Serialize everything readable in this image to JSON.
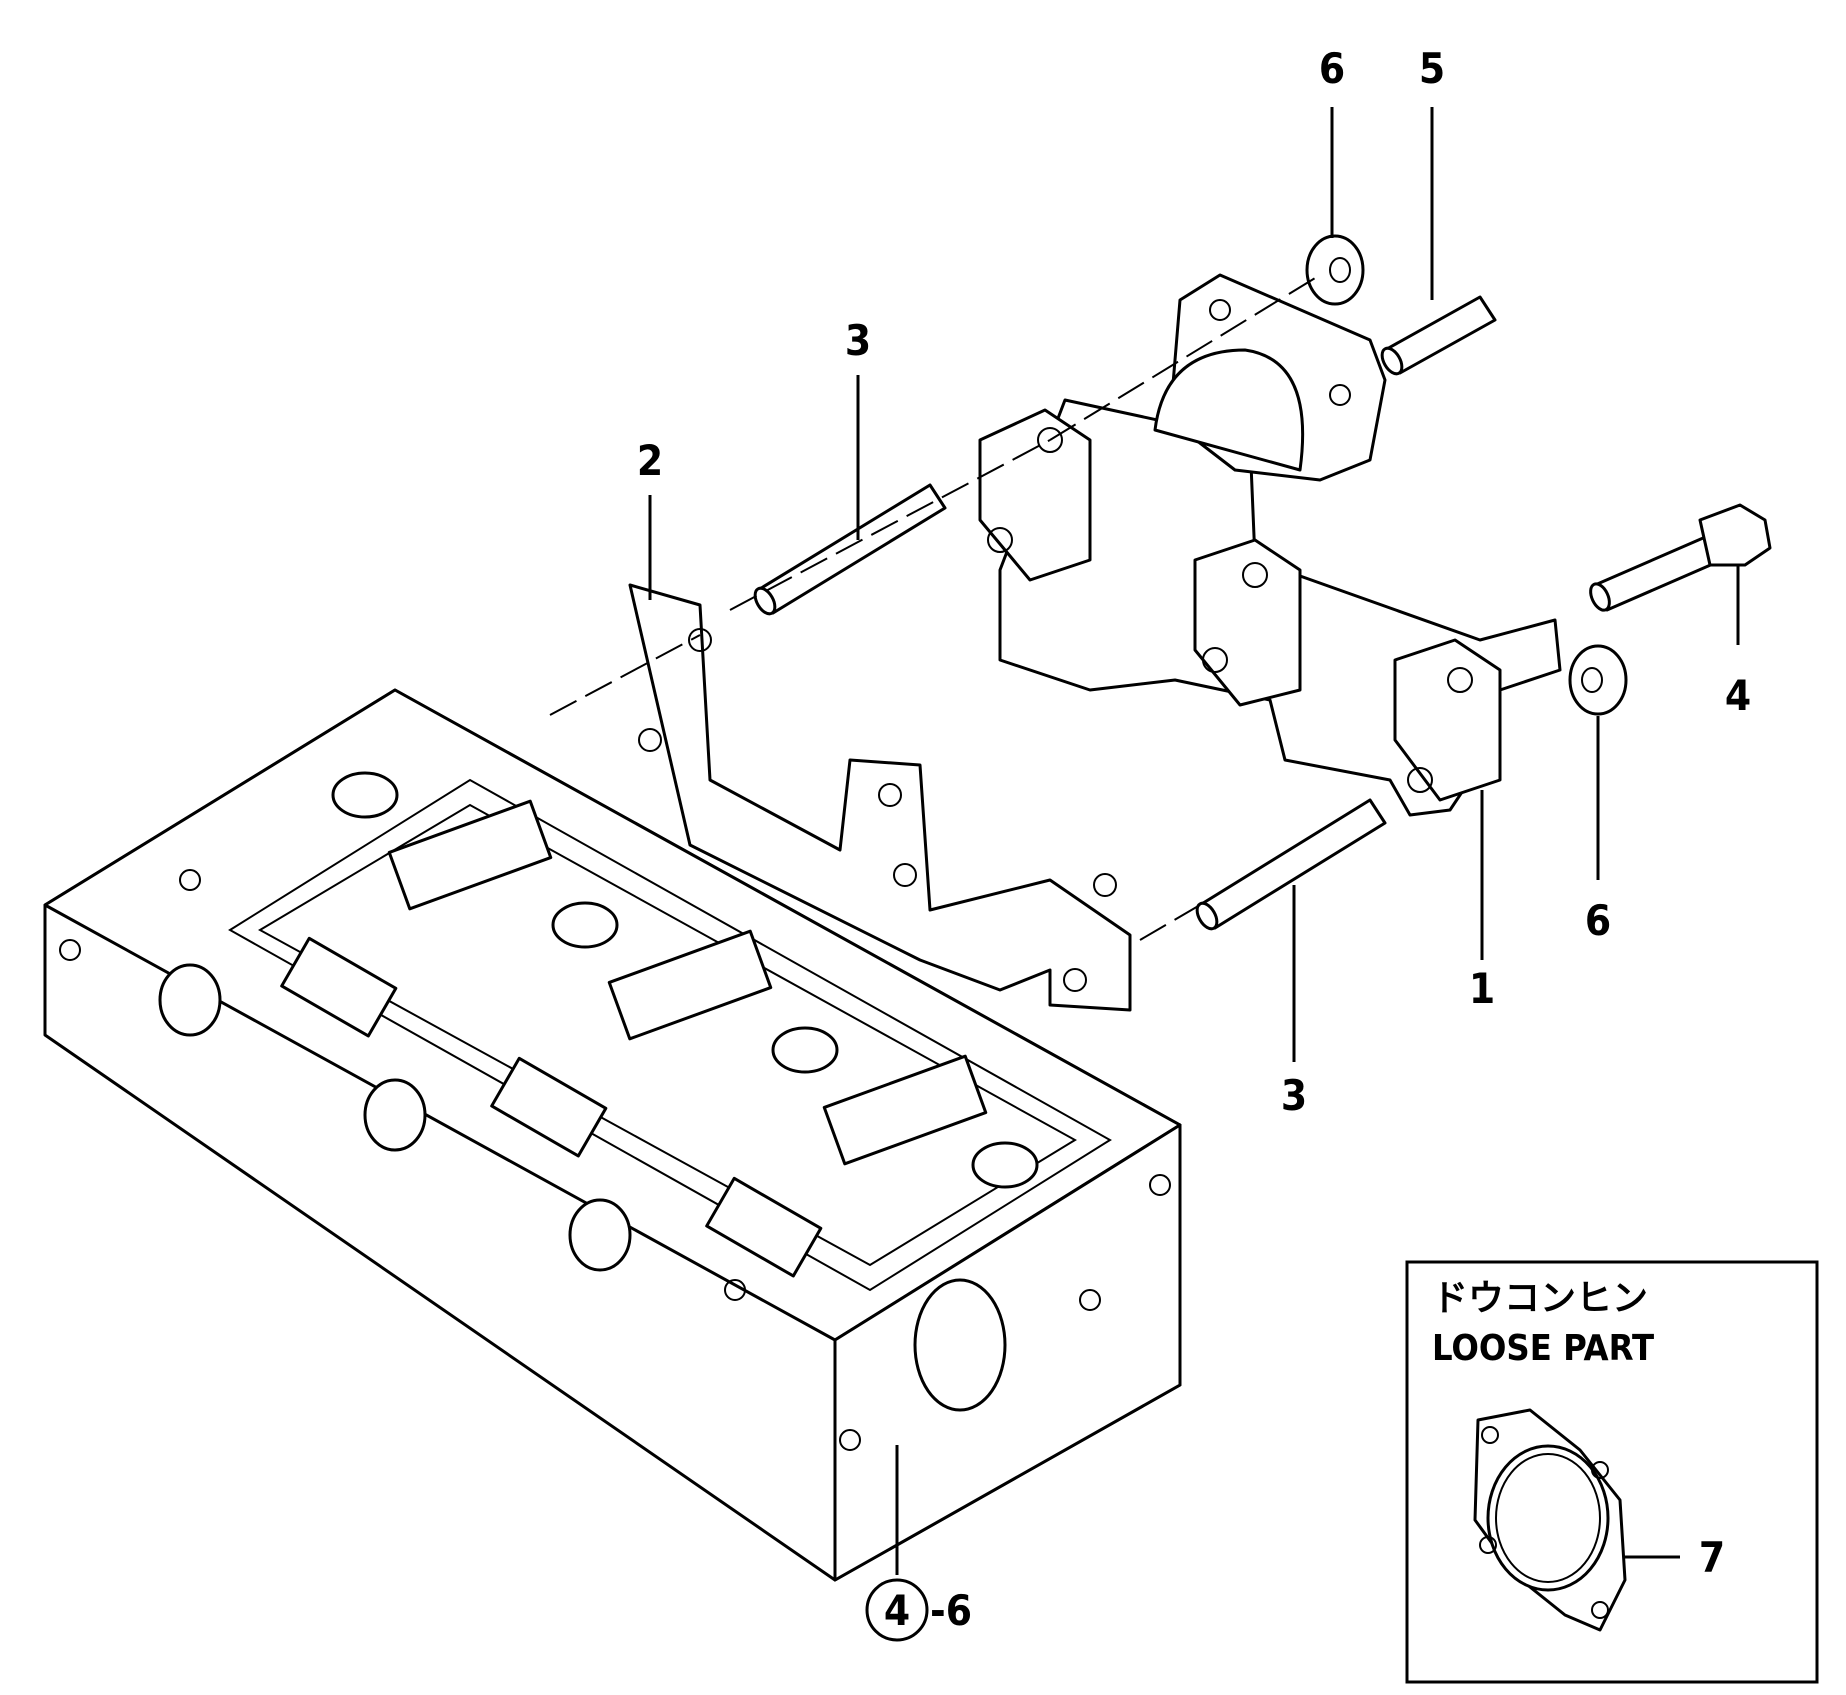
{
  "callouts": {
    "c1": "1",
    "c2": "2",
    "c3a": "3",
    "c3b": "3",
    "c4": "4",
    "c5": "5",
    "c6a": "6",
    "c6b": "6",
    "c7": "7",
    "ref_circle": "4",
    "ref_suffix": "-6"
  },
  "loose_part_box": {
    "title_jp": "ドウコンヒン",
    "title_en": "LOOSE PART"
  }
}
